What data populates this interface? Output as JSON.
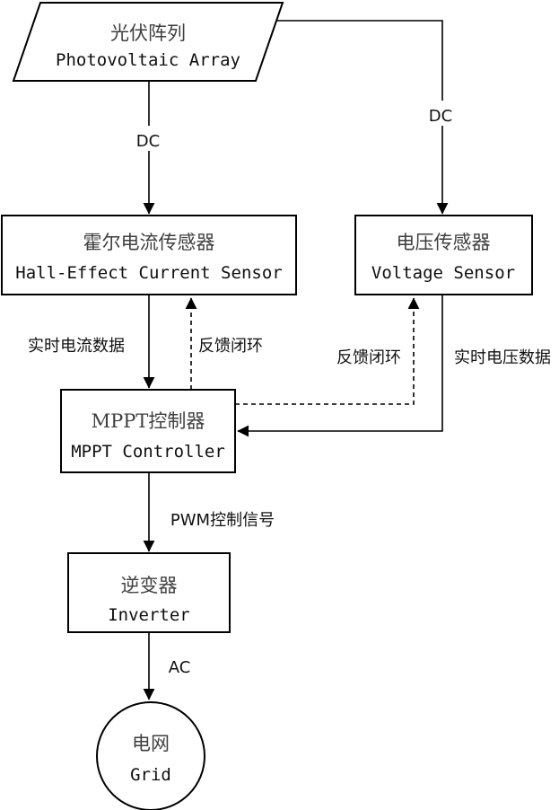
{
  "diagram": {
    "title": "Photovoltaic MPPT system flowchart",
    "nodes": {
      "pv_array": {
        "zh": "光伏阵列",
        "en": "Photovoltaic Array",
        "shape": "parallelogram"
      },
      "hall_sensor": {
        "zh": "霍尔电流传感器",
        "en": "Hall-Effect Current Sensor",
        "shape": "rectangle"
      },
      "voltage_sensor": {
        "zh": "电压传感器",
        "en": "Voltage Sensor",
        "shape": "rectangle"
      },
      "mppt_controller": {
        "zh": "MPPT控制器",
        "en": "MPPT Controller",
        "shape": "rectangle"
      },
      "inverter": {
        "zh": "逆变器",
        "en": "Inverter",
        "shape": "rectangle"
      },
      "grid": {
        "zh": "电网",
        "en": "Grid",
        "shape": "circle"
      }
    },
    "edge_labels": {
      "dc_left": "DC",
      "dc_right": "DC",
      "current_data": "实时电流数据",
      "feedback_left": "反馈闭环",
      "feedback_right": "反馈闭环",
      "voltage_data": "实时电压数据",
      "pwm": "PWM控制信号",
      "ac": "AC"
    },
    "edges": [
      {
        "from": "pv_array",
        "to": "hall_sensor",
        "style": "solid",
        "label": "DC"
      },
      {
        "from": "pv_array",
        "to": "voltage_sensor",
        "style": "solid",
        "label": "DC"
      },
      {
        "from": "hall_sensor",
        "to": "mppt_controller",
        "style": "solid",
        "label": "实时电流数据"
      },
      {
        "from": "mppt_controller",
        "to": "hall_sensor",
        "style": "dashed",
        "label": "反馈闭环"
      },
      {
        "from": "voltage_sensor",
        "to": "mppt_controller",
        "style": "solid",
        "label": "实时电压数据"
      },
      {
        "from": "mppt_controller",
        "to": "voltage_sensor",
        "style": "dashed",
        "label": "反馈闭环"
      },
      {
        "from": "mppt_controller",
        "to": "inverter",
        "style": "solid",
        "label": "PWM控制信号"
      },
      {
        "from": "inverter",
        "to": "grid",
        "style": "solid",
        "label": "AC"
      }
    ],
    "colors": {
      "background": "#ffffff",
      "line": "#000000",
      "node_fill": "#ffffff",
      "node_border": "#000000",
      "node_text_zh": "#3f3f3f",
      "node_text_en": "#0f0f0f",
      "edge_label_text": "#111111"
    }
  }
}
